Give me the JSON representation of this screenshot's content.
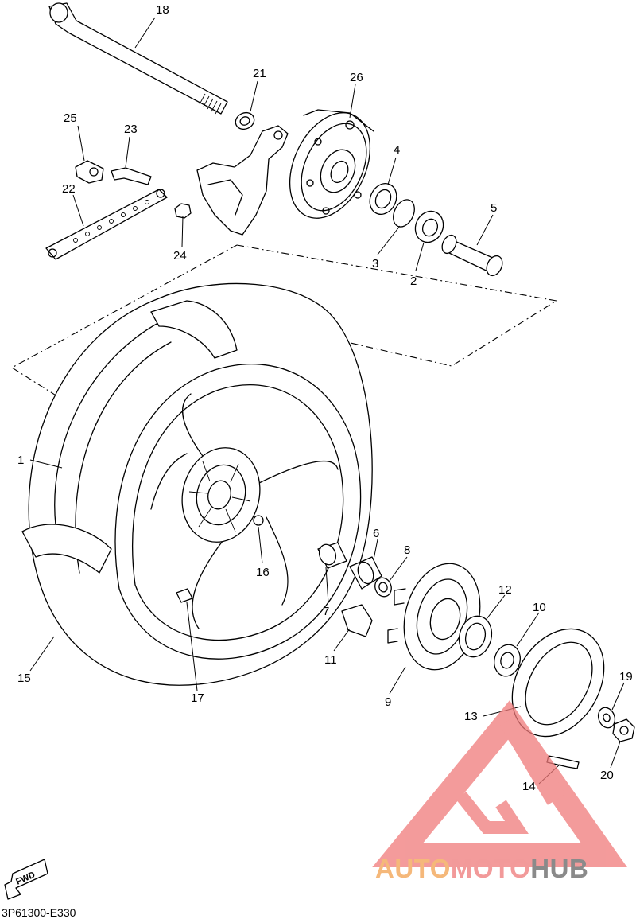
{
  "diagram": {
    "callouts": {
      "c1": "1",
      "c2": "2",
      "c3": "3",
      "c4": "4",
      "c5": "5",
      "c6": "6",
      "c7": "7",
      "c8": "8",
      "c9": "9",
      "c10": "10",
      "c11": "11",
      "c12": "12",
      "c13": "13",
      "c14": "14",
      "c15": "15",
      "c16": "16",
      "c17": "17",
      "c18": "18",
      "c19": "19",
      "c20": "20",
      "c21": "21",
      "c22": "22",
      "c23": "23",
      "c24": "24",
      "c25": "25",
      "c26": "26"
    },
    "fwd_label": "FWD",
    "figure_code": "3P61300-E330"
  },
  "watermark": {
    "part1": "AUTO",
    "part2": "MOTO",
    "part3": "HUB",
    "colors": {
      "auto": "#f5b87a",
      "moto": "#f29a9a",
      "hub": "#8a8a8a",
      "logo": "#f07a7a"
    }
  }
}
